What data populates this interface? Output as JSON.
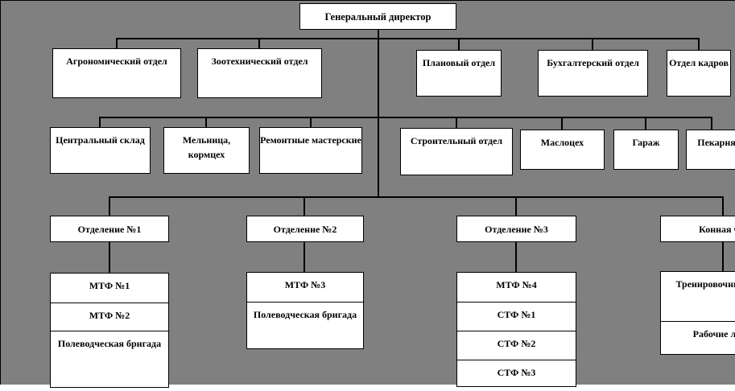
{
  "colors": {
    "canvas_background": "#808080",
    "node_background": "#ffffff",
    "node_border": "#000000",
    "text": "#000000"
  },
  "org_chart": {
    "type": "organizational-hierarchy",
    "root": {
      "label": "Генеральный директор"
    },
    "level2": [
      {
        "label": "Агрономический отдел"
      },
      {
        "label": "Зоотехнический отдел"
      },
      {
        "label": "Плановый отдел"
      },
      {
        "label": "Бухгалтерский отдел"
      },
      {
        "label": "Отдел кадров"
      }
    ],
    "level3": [
      {
        "label": "Центральный склад"
      },
      {
        "label": "Мельница, кормцех"
      },
      {
        "label": "Ремонтные мастерские"
      },
      {
        "label": "Строительный отдел"
      },
      {
        "label": "Маслоцех"
      },
      {
        "label": "Гараж"
      },
      {
        "label": "Пекарня"
      }
    ],
    "level4": [
      {
        "label": "Отделение №1"
      },
      {
        "label": "Отделение №2"
      },
      {
        "label": "Отделение №3"
      },
      {
        "label": "Конная часть"
      }
    ],
    "stacks": [
      {
        "parent": "Отделение №1",
        "items": [
          {
            "label": "МТФ №1"
          },
          {
            "label": "МТФ №2"
          },
          {
            "label": "Полеводческая бригада"
          }
        ]
      },
      {
        "parent": "Отделение №2",
        "items": [
          {
            "label": "МТФ №3"
          },
          {
            "label": "Полеводческая бригада"
          }
        ]
      },
      {
        "parent": "Отделение №3",
        "items": [
          {
            "label": "МТФ №4"
          },
          {
            "label": "СТФ №1"
          },
          {
            "label": "СТФ №2"
          },
          {
            "label": "СТФ №3"
          }
        ]
      },
      {
        "parent": "Конная часть",
        "items": [
          {
            "label": "Тренировочные лошади"
          },
          {
            "label": "Рабочие лошади"
          }
        ]
      }
    ]
  }
}
